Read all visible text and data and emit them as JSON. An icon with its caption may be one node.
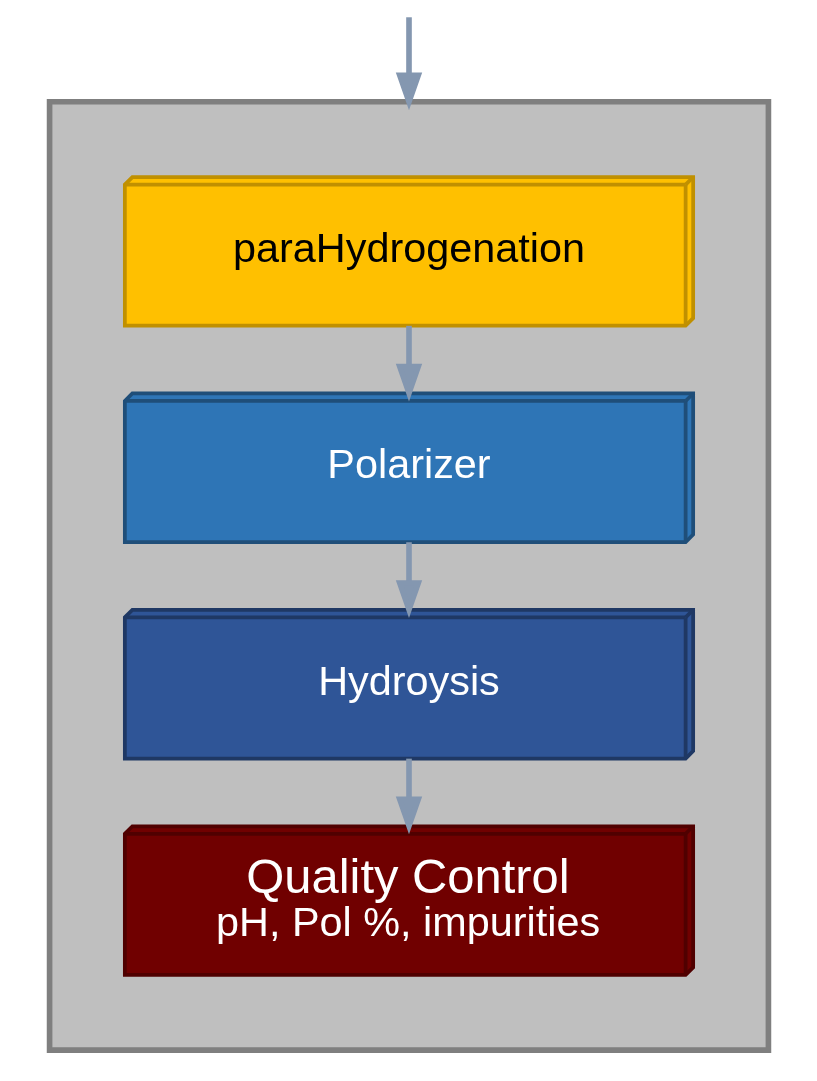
{
  "diagram": {
    "nodes": [
      {
        "text": [],
        "shape": "box"
      },
      {
        "text": [
          "paraHydrogenation"
        ],
        "in": 0
      },
      {
        "text": [
          "Polarizer"
        ],
        "in": 0
      },
      {
        "text": [
          "Hydroysis"
        ],
        "in": 0
      },
      {
        "text": [
          "Quality Control",
          "pH, Pol %, impurities"
        ],
        "in": 0
      }
    ],
    "edges": [
      {
        "from": null,
        "to": 0,
        "arrow": "to"
      },
      {
        "from": 1,
        "to": 2,
        "arrow": "to"
      },
      {
        "from": 2,
        "to": 3,
        "arrow": "to"
      },
      {
        "from": 3,
        "to": 4,
        "arrow": "to"
      }
    ]
  }
}
